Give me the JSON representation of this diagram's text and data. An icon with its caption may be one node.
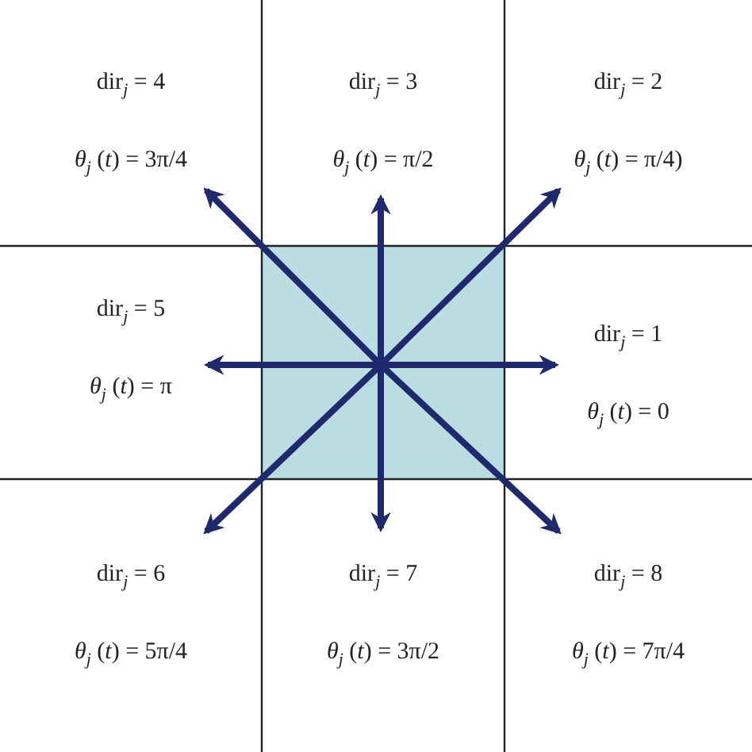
{
  "diagram": {
    "nodes": [
      {
        "text": [
          "dir$_{j}$ = 4",
          "*θ*$_{j}$ (*t*) = 3π/4"
        ]
      },
      {
        "text": [
          "dir$_{j}$ = 3",
          "*θ*$_{j}$ (*t*) = π/2"
        ]
      },
      {
        "text": [
          "dir$_{j}$ = 2",
          "*θ*$_{j}$ (*t*) = π/4)"
        ]
      },
      {
        "text": [
          "dir$_{j}$ = 5",
          "*θ*$_{j}$ (*t*) = π"
        ]
      },
      {
        "text": [],
        "shape": "box"
      },
      {
        "text": [
          "dir$_{j}$ = 1",
          "*θ*$_{j}$ (*t*) = 0"
        ]
      },
      {
        "text": [
          "dir$_{j}$ = 6",
          "*θ*$_{j}$ (*t*) = 5π/4"
        ]
      },
      {
        "text": [
          "dir$_{j}$ = 7",
          "*θ*$_{j}$ (*t*) = 3π/2"
        ]
      },
      {
        "text": [
          "dir$_{j}$ = 8",
          "*θ*$_{j}$ (*t*) = 7π/4"
        ]
      }
    ],
    "edges": [
      {
        "from": 4,
        "to": 5,
        "arrow": "to"
      },
      {
        "from": 4,
        "to": 2,
        "arrow": "to"
      },
      {
        "from": 4,
        "to": 1,
        "arrow": "to"
      },
      {
        "from": 4,
        "to": 0,
        "arrow": "to"
      },
      {
        "from": 4,
        "to": 3,
        "arrow": "to"
      },
      {
        "from": 4,
        "to": 6,
        "arrow": "to"
      },
      {
        "from": 4,
        "to": 7,
        "arrow": "to"
      },
      {
        "from": 4,
        "to": 8,
        "arrow": "to"
      }
    ]
  }
}
